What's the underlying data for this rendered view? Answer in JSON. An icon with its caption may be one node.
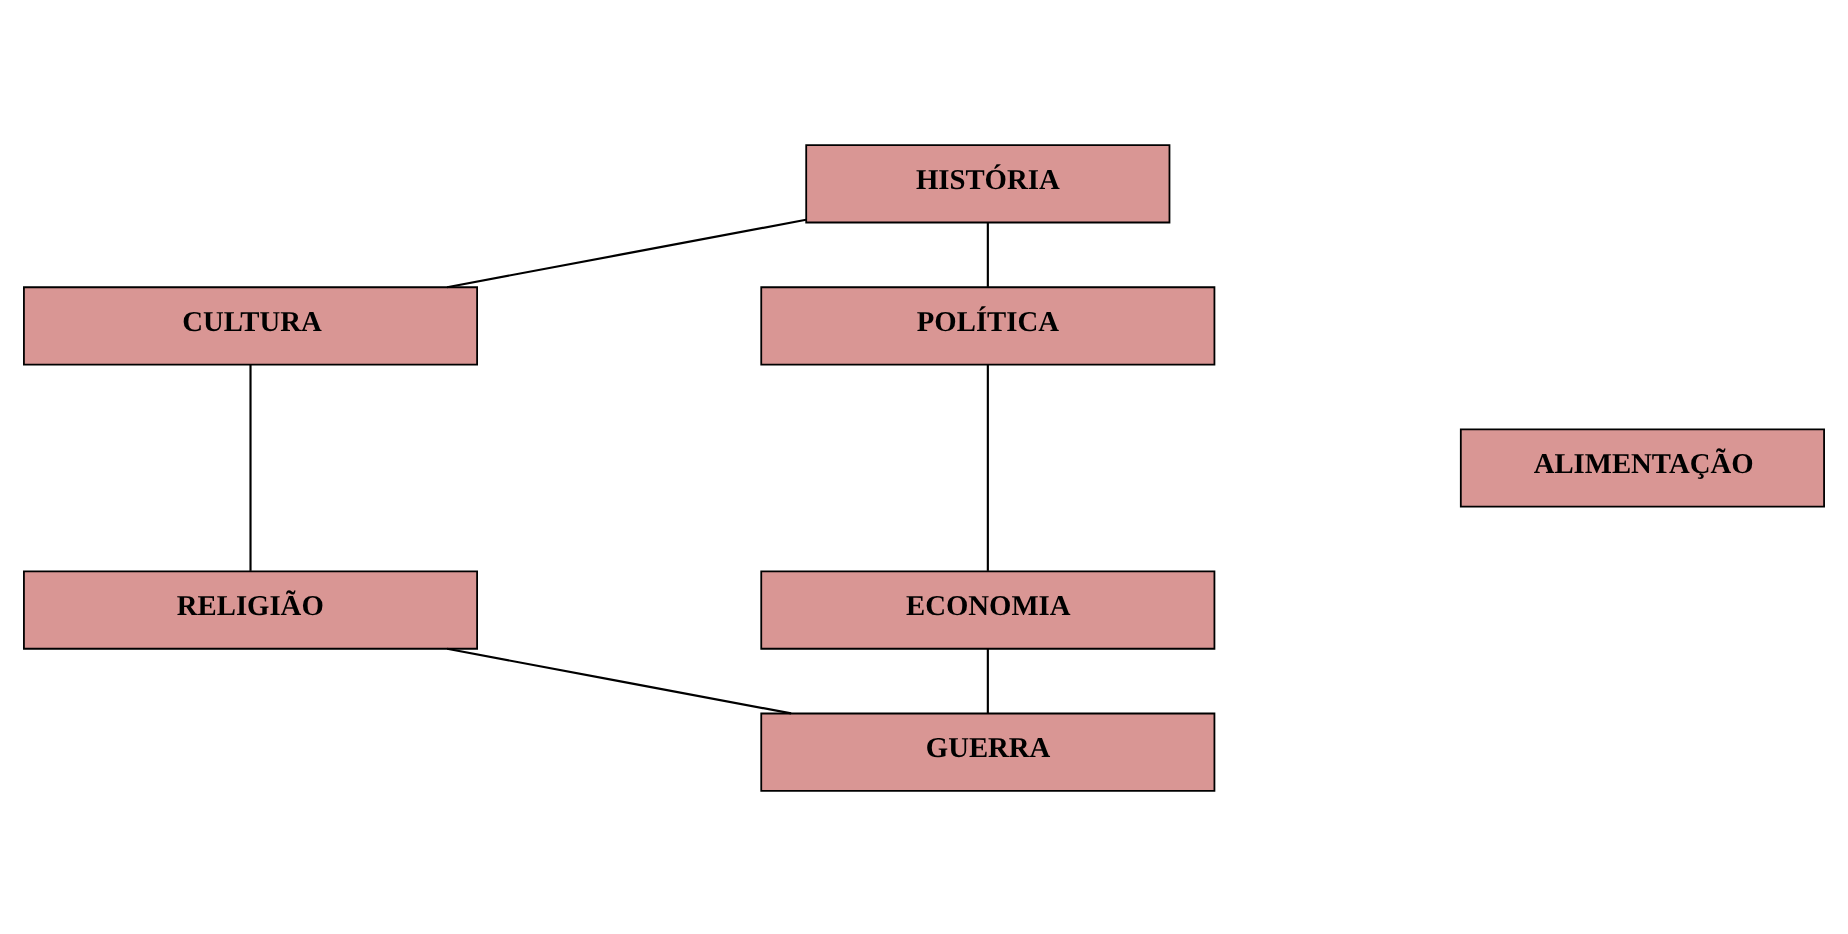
{
  "diagram": {
    "nodes": [
      {
        "text": [
          "HISTÓRIA"
        ]
      },
      {
        "text": [
          "CULTURA"
        ]
      },
      {
        "text": [
          "POLÍTICA"
        ]
      },
      {
        "text": [
          "ALIMENTAÇÃO"
        ]
      },
      {
        "text": [
          "RELIGIÃO"
        ]
      },
      {
        "text": [
          "ECONOMIA"
        ]
      },
      {
        "text": [
          "GUERRA"
        ]
      }
    ],
    "edges": [
      {
        "from": 0,
        "to": 1,
        "arrow": "none"
      },
      {
        "from": 0,
        "to": 2,
        "arrow": "none"
      },
      {
        "from": 1,
        "to": 4,
        "arrow": "none"
      },
      {
        "from": 2,
        "to": 5,
        "arrow": "none"
      },
      {
        "from": 4,
        "to": 6,
        "arrow": "none"
      },
      {
        "from": 5,
        "to": 6,
        "arrow": "none"
      }
    ]
  }
}
